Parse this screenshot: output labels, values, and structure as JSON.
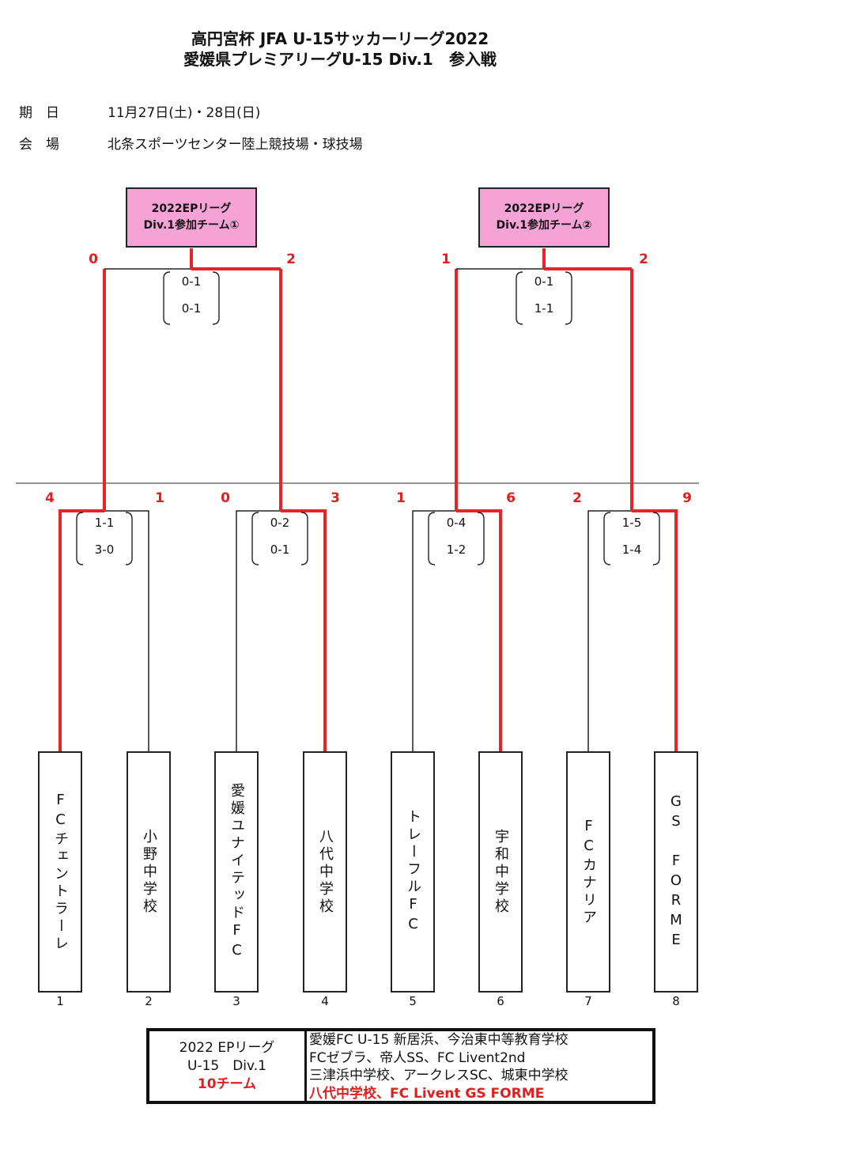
{
  "header": {
    "title1": "高円宮杯 JFA U-15サッカーリーグ2022",
    "title2": "愛媛県プレミアリーグU-15 Div.1　参入戦",
    "date_label": "期　日",
    "date_value": "11月27日(土)・28日(日)",
    "venue_label": "会　場",
    "venue_value": "北条スポーツセンター陸上競技場・球技場"
  },
  "slots": [
    {
      "line1": "2022EPリーグ",
      "line2": "Div.1参加チーム①"
    },
    {
      "line1": "2022EPリーグ",
      "line2": "Div.1参加チーム②"
    }
  ],
  "teams": [
    {
      "name": "FCチェントラーレ",
      "no": "1"
    },
    {
      "name": "小野中学校",
      "no": "2"
    },
    {
      "name": "愛媛ユナイテッドFC",
      "no": "3"
    },
    {
      "name": "八代中学校",
      "no": "4"
    },
    {
      "name": "トレーフルFC",
      "no": "5"
    },
    {
      "name": "宇和中学校",
      "no": "6"
    },
    {
      "name": "FCカナリア",
      "no": "7"
    },
    {
      "name": "GS FORME",
      "no": "8"
    }
  ],
  "first_round": [
    {
      "left_score": "4",
      "right_score": "1",
      "leg1": "1-1",
      "leg2": "3-0",
      "winner": "left"
    },
    {
      "left_score": "0",
      "right_score": "3",
      "leg1": "0-2",
      "leg2": "0-1",
      "winner": "right"
    },
    {
      "left_score": "1",
      "right_score": "6",
      "leg1": "0-4",
      "leg2": "1-2",
      "winner": "right"
    },
    {
      "left_score": "2",
      "right_score": "9",
      "leg1": "1-5",
      "leg2": "1-4",
      "winner": "right"
    }
  ],
  "final_round": [
    {
      "left_score": "0",
      "right_score": "2",
      "leg1": "0-1",
      "leg2": "0-1",
      "winner": "right"
    },
    {
      "left_score": "1",
      "right_score": "2",
      "leg1": "0-1",
      "leg2": "1-1",
      "winner": "right"
    }
  ],
  "footer": {
    "left1": "2022 EPリーグ",
    "left2": "U-15　Div.1",
    "left3": "10チーム",
    "right1": "愛媛FC U-15 新居浜、今治東中等教育学校",
    "right2": "FCゼブラ、帝人SS、FC Livent2nd",
    "right3": "三津浜中学校、アークレスSC、城東中学校",
    "right4": "八代中学校、FC Livent GS FORME"
  },
  "colors": {
    "win_line": "#e8232a",
    "line": "#222222",
    "slot_fill": "#f5a3d6"
  }
}
